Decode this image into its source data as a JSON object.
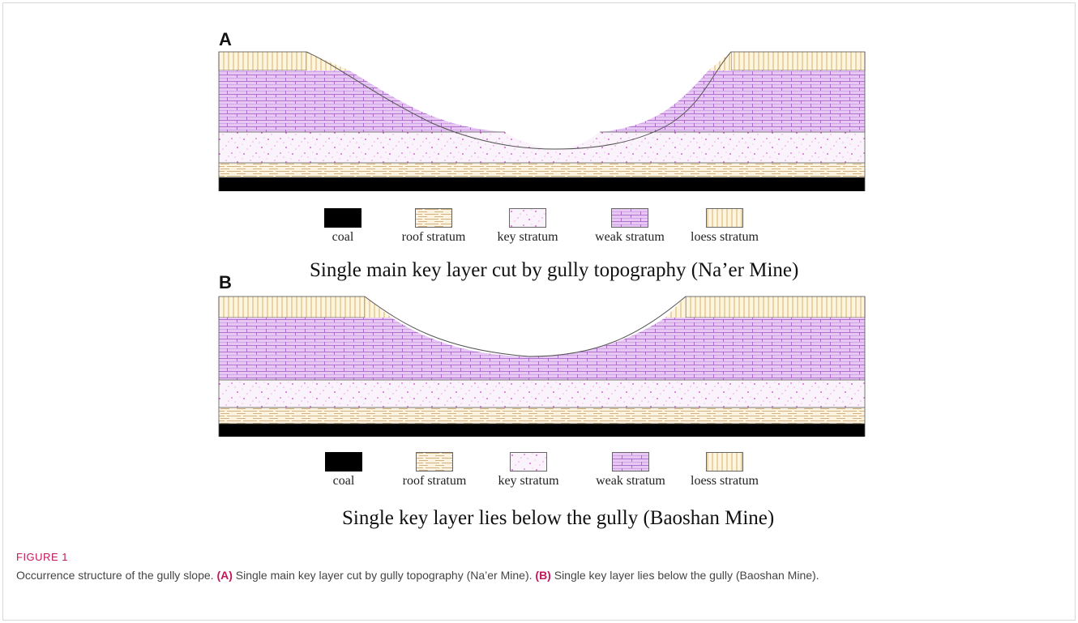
{
  "panels": [
    {
      "letter": "A",
      "title": "Single main key layer cut by gully topography (Na’er Mine)"
    },
    {
      "letter": "B",
      "title": "Single key layer lies below the gully (Baoshan Mine)"
    }
  ],
  "legend": {
    "coal": "coal",
    "roof": "roof stratum",
    "key": "key stratum",
    "weak": "weak stratum",
    "loess": "loess stratum"
  },
  "caption": {
    "label": "FIGURE 1",
    "intro": "Occurrence structure of the gully slope.",
    "a_tag": "(A)",
    "a_text": "Single main key layer cut by gully topography (Na’er Mine).",
    "b_tag": "(B)",
    "b_text": "Single key layer lies below the gully (Baoshan Mine)."
  },
  "colors": {
    "coal": "#000000",
    "roof": "#fbf2e0",
    "roof_line": "#c9a26a",
    "key": "#fbf3fb",
    "key_dot": "#d63ad0",
    "weak": "#e7c8f4",
    "weak_line": "#9f55bf",
    "loess": "#fff4dc",
    "loess_line": "#d7b276",
    "caption_accent": "#c2185b"
  }
}
